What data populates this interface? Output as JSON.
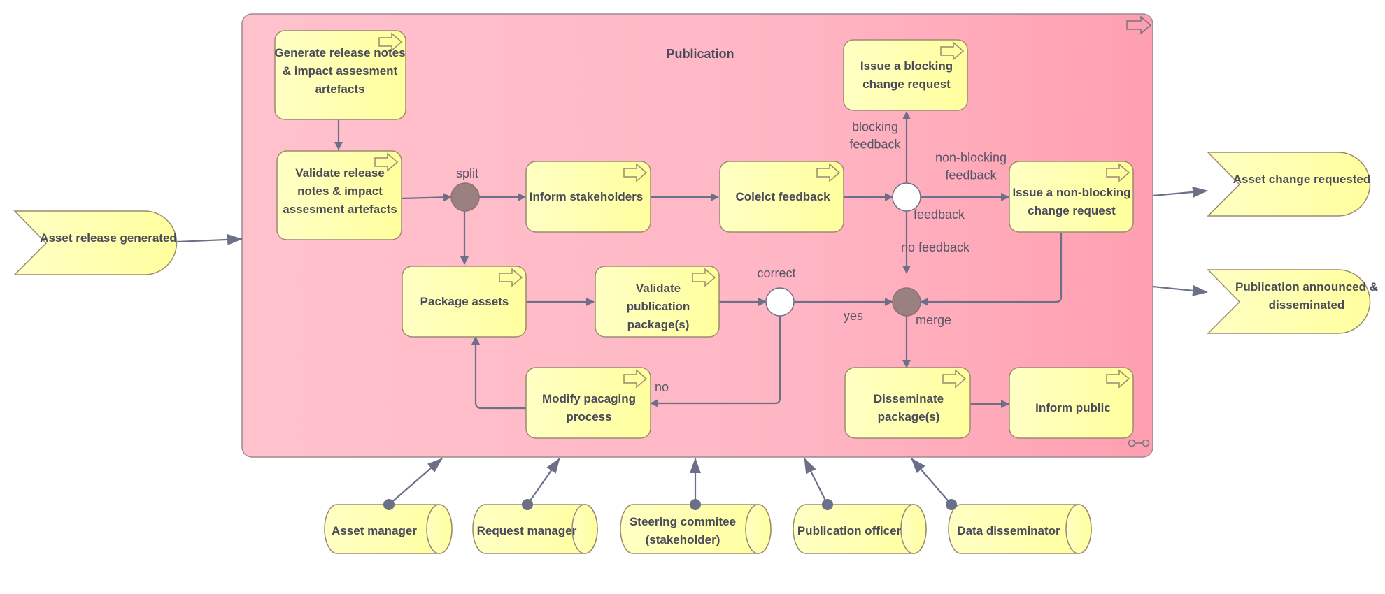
{
  "diagram": {
    "container_title": "Publication",
    "processes": {
      "generate_notes": "Generate release notes & impact assesment artefacts",
      "validate_notes": "Validate release notes & impact assesment artefacts",
      "inform_stakeholders": "Inform stakeholders",
      "collect_feedback": "Colelct feedback",
      "blocking_cr": "Issue a blocking change request",
      "nonblocking_cr": "Issue a non-blocking change request",
      "package_assets": "Package assets",
      "validate_package": "Validate publication package(s)",
      "modify_process": "Modify pacaging process",
      "disseminate": "Disseminate package(s)",
      "inform_public": "Inform public"
    },
    "events": {
      "release_generated": "Asset release generated",
      "change_requested": "Asset change requested",
      "announced": "Publication announced & disseminated"
    },
    "actors": {
      "asset_manager": "Asset manager",
      "request_manager": "Request manager",
      "steering": "Steering commitee (stakeholder)",
      "publication_officer": "Publication officer",
      "data_disseminator": "Data disseminator"
    },
    "labels": {
      "split": "split",
      "blocking_feedback": "blocking feedback",
      "nonblocking_feedback": "non-blocking feedback",
      "feedback": "feedback",
      "no_feedback": "no feedback",
      "correct": "correct",
      "yes": "yes",
      "no": "no",
      "merge": "merge"
    },
    "colors": {
      "container_fill": "#ffc0cc",
      "process_fill": "#ffffb5",
      "edge": "#6b7088",
      "junction_filled": "#9b8080"
    }
  }
}
